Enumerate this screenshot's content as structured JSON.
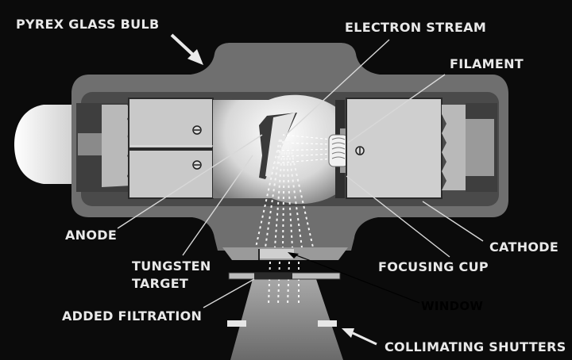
{
  "labels": {
    "pyrex_glass_bulb": "PYREX GLASS BULB",
    "electron_stream": "ELECTRON STREAM",
    "filament": "FILAMENT",
    "anode": "ANODE",
    "cathode": "CATHODE",
    "tungsten_target_line1": "TUNGSTEN",
    "tungsten_target_line2": "TARGET",
    "focusing_cup": "FOCUSING CUP",
    "window": "WINDOW",
    "added_filtration": "ADDED FILTRATION",
    "collimating_shutters": "COLLIMATING SHUTTERS"
  },
  "colors": {
    "background": "#0b0b0b",
    "bulb_glass": "#6f6f6f",
    "inner_housing": "#4a4a4a",
    "anode_body": "#c9c9c9",
    "cathode_body": "#cfcfcf",
    "label_text": "#e9e9e9",
    "window_text": "#000000"
  }
}
